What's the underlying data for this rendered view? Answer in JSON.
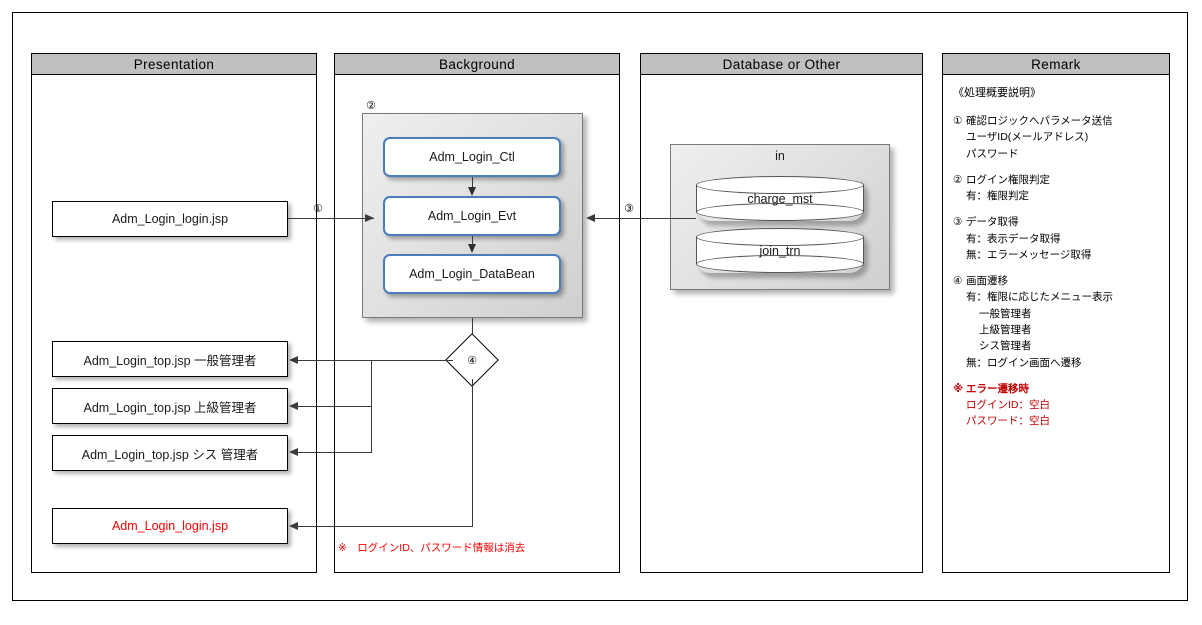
{
  "diagram": {
    "lanes": [
      {
        "key": "presentation",
        "title": "Presentation"
      },
      {
        "key": "background",
        "title": "Background"
      },
      {
        "key": "database",
        "title": "Database or Other"
      },
      {
        "key": "remark",
        "title": "Remark"
      }
    ],
    "presentation": {
      "boxes": [
        {
          "label": "Adm_Login_login.jsp",
          "color": "#1a1a1a"
        },
        {
          "label": "Adm_Login_top.jsp 一般管理者",
          "color": "#1a1a1a"
        },
        {
          "label": "Adm_Login_top.jsp 上級管理者",
          "color": "#1a1a1a"
        },
        {
          "label": "Adm_Login_top.jsp シス 管理者",
          "color": "#1a1a1a"
        },
        {
          "label": "Adm_Login_login.jsp",
          "color": "#ff0000"
        }
      ]
    },
    "background": {
      "group_marker": "②",
      "boxes": [
        {
          "label": "Adm_Login_Ctl"
        },
        {
          "label": "Adm_Login_Evt"
        },
        {
          "label": "Adm_Login_DataBean"
        }
      ],
      "decision_marker": "④",
      "footnote": "※　ログインID、パスワード情報は消去"
    },
    "database": {
      "container_label": "in",
      "tables": [
        {
          "label": "charge_mst"
        },
        {
          "label": "join_trn"
        }
      ]
    },
    "flow_markers": {
      "step1": "①",
      "step3": "③"
    },
    "remark": {
      "title": "《処理概要説明》",
      "blocks": [
        {
          "num": "①",
          "head": "確認ロジックへパラメータ送信",
          "lines": [
            {
              "indent": 1,
              "text": "ユーザID(メールアドレス)"
            },
            {
              "indent": 1,
              "text": "パスワード"
            }
          ]
        },
        {
          "num": "②",
          "head": "ログイン権限判定",
          "lines": [
            {
              "indent": 1,
              "text": "有：権限判定"
            }
          ]
        },
        {
          "num": "③",
          "head": "データ取得",
          "lines": [
            {
              "indent": 1,
              "text": "有：表示データ取得"
            },
            {
              "indent": 1,
              "text": "無：エラーメッセージ取得"
            }
          ]
        },
        {
          "num": "④",
          "head": "画面遷移",
          "lines": [
            {
              "indent": 1,
              "text": "有：権限に応じたメニュー表示"
            },
            {
              "indent": 2,
              "text": "一般管理者"
            },
            {
              "indent": 2,
              "text": "上級管理者"
            },
            {
              "indent": 2,
              "text": "シス管理者"
            },
            {
              "indent": 1,
              "text": "無：ログイン画面へ遷移"
            }
          ]
        }
      ],
      "error_block": {
        "mark": "※",
        "head": "エラー遷移時",
        "lines": [
          {
            "indent": 1,
            "text": "ログインID：空白"
          },
          {
            "indent": 1,
            "text": "パスワード：空白"
          }
        ]
      }
    },
    "colors": {
      "lane_header_bg": "#c0c0c0",
      "blue_border": "#4a7ebb",
      "red_text": "#ff0000",
      "dark_red_text": "#c00000"
    }
  }
}
